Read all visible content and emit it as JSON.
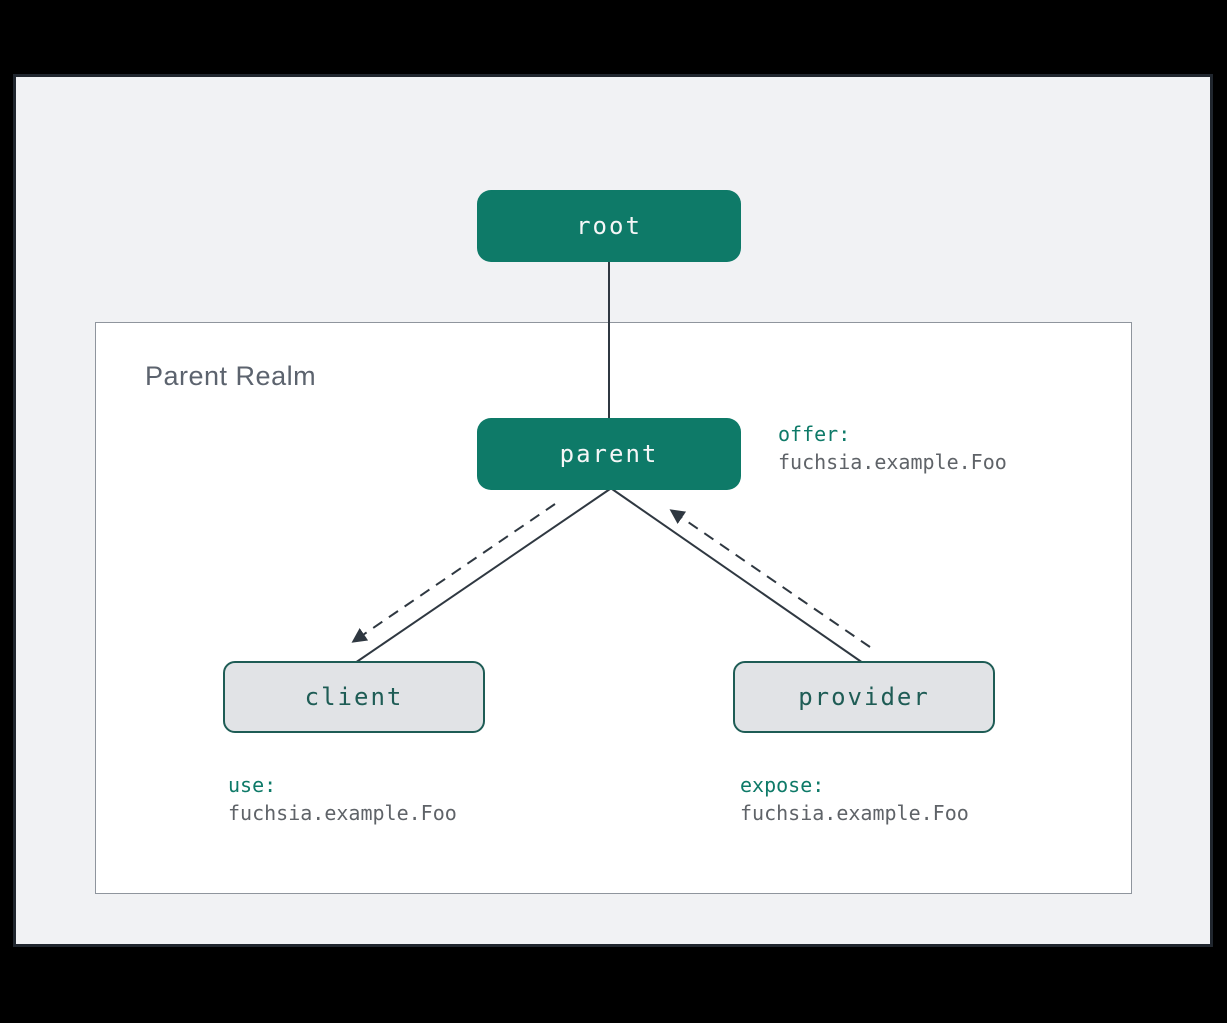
{
  "colors": {
    "node_teal": "#0e7a68",
    "node_border_dark_teal": "#1e5c55",
    "node_fill_gray": "#e1e3e6",
    "edge_dark": "#2f3841",
    "annotation_value_gray": "#5f6368",
    "realm_title_gray": "#5c636e",
    "page_background": "#f1f2f4",
    "realm_background": "#ffffff"
  },
  "realm": {
    "title": "Parent Realm"
  },
  "nodes": {
    "root": {
      "label": "root"
    },
    "parent": {
      "label": "parent"
    },
    "client": {
      "label": "client"
    },
    "provider": {
      "label": "provider"
    }
  },
  "annotations": {
    "offer": {
      "keyword": "offer:",
      "value": "fuchsia.example.Foo"
    },
    "use": {
      "keyword": "use:",
      "value": "fuchsia.example.Foo"
    },
    "expose": {
      "keyword": "expose:",
      "value": "fuchsia.example.Foo"
    }
  },
  "edges": {
    "root_to_parent": "solid line root to parent",
    "parent_client_solid": "solid parent-client link",
    "parent_to_client_route": "dashed arrow from parent to client",
    "parent_provider_solid": "solid parent-provider link",
    "provider_to_parent_route": "dashed arrow from provider to parent"
  }
}
